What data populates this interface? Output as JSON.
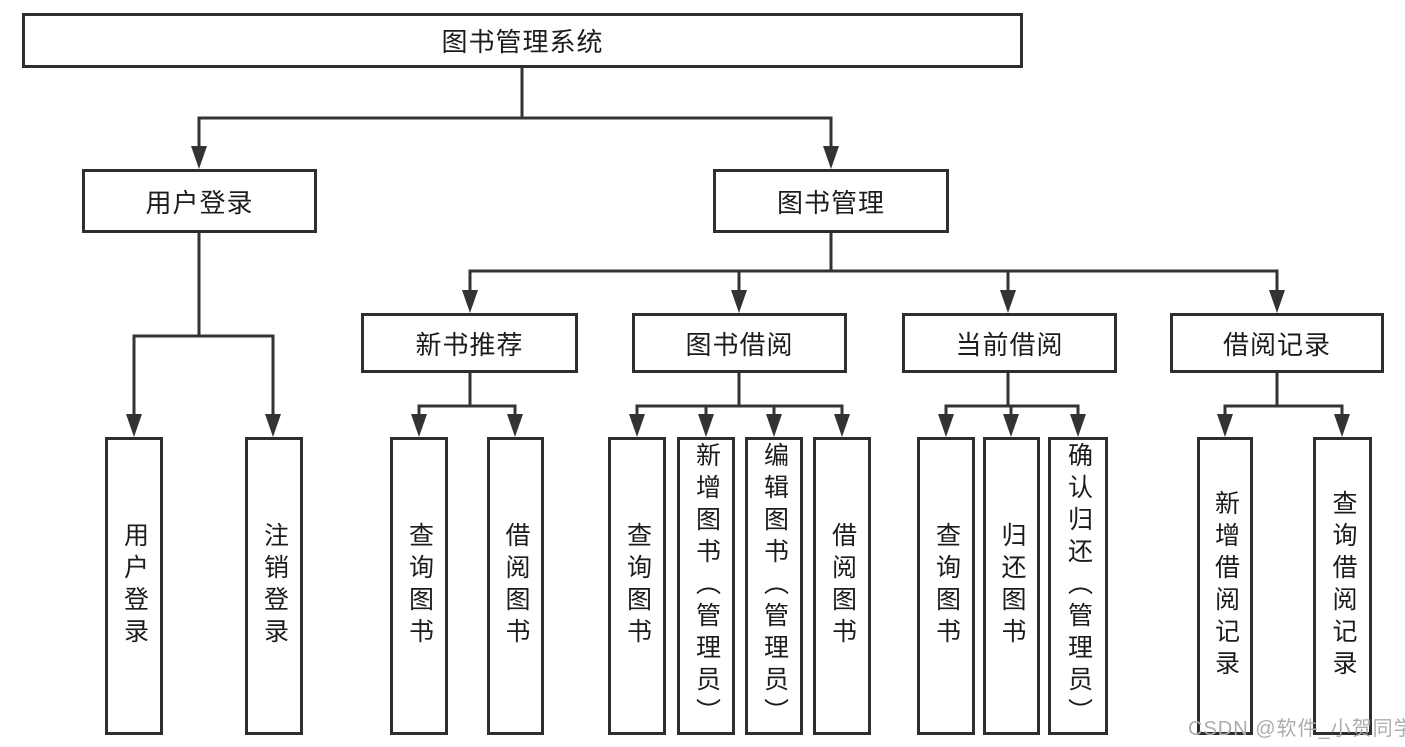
{
  "colors": {
    "line": "#333333",
    "box_border": "#2e2e2e",
    "text": "#1c1c1c",
    "watermark": "#adadad",
    "background": "#ffffff"
  },
  "watermark": "CSDN @软件_小贺同学",
  "nodes": {
    "root": {
      "label": "图书管理系统"
    },
    "user_login_group": {
      "label": "用户登录"
    },
    "book_mgmt": {
      "label": "图书管理"
    },
    "new_book_rec": {
      "label": "新书推荐"
    },
    "book_borrow": {
      "label": "图书借阅"
    },
    "current_borrow": {
      "label": "当前借阅"
    },
    "borrow_record": {
      "label": "借阅记录"
    },
    "leaf_user_login": {
      "label": "用户登录"
    },
    "leaf_logout": {
      "label": "注销登录"
    },
    "leaf_query_book_rec": {
      "label": "查询图书"
    },
    "leaf_borrow_book_rec": {
      "label": "借阅图书"
    },
    "leaf_query_book_borrow": {
      "label": "查询图书"
    },
    "leaf_add_book": {
      "label": "新增图书（管理员）"
    },
    "leaf_edit_book": {
      "label": "编辑图书（管理员）"
    },
    "leaf_borrow_book": {
      "label": "借阅图书"
    },
    "leaf_query_book_current": {
      "label": "查询图书"
    },
    "leaf_return_book": {
      "label": "归还图书"
    },
    "leaf_confirm_return": {
      "label": "确认归还（管理员）"
    },
    "leaf_add_borrow_record": {
      "label": "新增借阅记录"
    },
    "leaf_query_borrow_record": {
      "label": "查询借阅记录"
    }
  },
  "hierarchy": {
    "图书管理系统": [
      "用户登录",
      "图书管理"
    ],
    "用户登录": [
      "用户登录",
      "注销登录"
    ],
    "图书管理": [
      "新书推荐",
      "图书借阅",
      "当前借阅",
      "借阅记录"
    ],
    "新书推荐": [
      "查询图书",
      "借阅图书"
    ],
    "图书借阅": [
      "查询图书",
      "新增图书（管理员）",
      "编辑图书（管理员）",
      "借阅图书"
    ],
    "当前借阅": [
      "查询图书",
      "归还图书",
      "确认归还（管理员）"
    ],
    "借阅记录": [
      "新增借阅记录",
      "查询借阅记录"
    ]
  }
}
